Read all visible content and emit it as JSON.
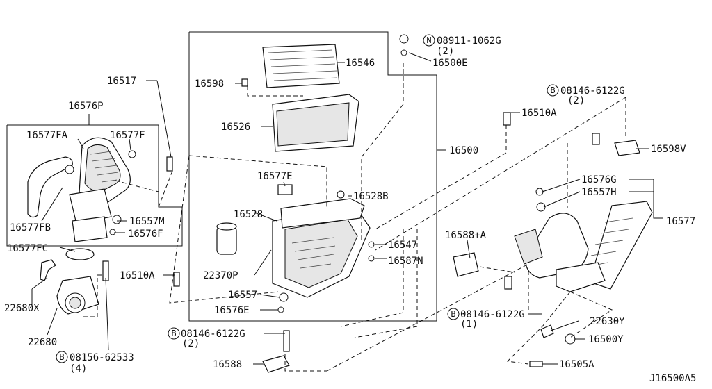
{
  "diagram_id": "J16500A5",
  "labels": {
    "p16517": "16517",
    "p16576P": "16576P",
    "p16577FA": "16577FA",
    "p16577F": "16577F",
    "p16577FB": "16577FB",
    "p16557M": "16557M",
    "p16576F": "16576F",
    "p16577FC": "16577FC",
    "p16510A_left": "16510A",
    "p22680X": "22680X",
    "p22680": "22680",
    "p08156": "08156-62533",
    "p08156_qty": "(4)",
    "p16598": "16598",
    "p16546": "16546",
    "p16526": "16526",
    "p16577E": "16577E",
    "p16528": "16528",
    "p16528B": "16528B",
    "p22370P": "22370P",
    "p16557": "16557",
    "p16576E": "16576E",
    "p16547": "16547",
    "p16587N": "16587N",
    "p16500": "16500",
    "p08911": "08911-1062G",
    "p08911_qty": "(2)",
    "p16500E": "16500E",
    "p16510A_top": "16510A",
    "p08146_top": "08146-6122G",
    "p08146_top_qty": "(2)",
    "p16598V": "16598V",
    "p16576G": "16576G",
    "p16557H": "16557H",
    "p16577": "16577",
    "p16588A": "16588+A",
    "p08146_right": "08146-6122G",
    "p08146_right_qty": "(1)",
    "p22630Y": "22630Y",
    "p16500Y": "16500Y",
    "p16505A": "16505A",
    "p08146_bottom": "08146-6122G",
    "p08146_bottom_qty": "(2)",
    "p16588": "16588"
  },
  "badges": {
    "b_N": "N",
    "b_B1": "B",
    "b_B2": "B",
    "b_B3": "B",
    "b_B4": "B"
  }
}
